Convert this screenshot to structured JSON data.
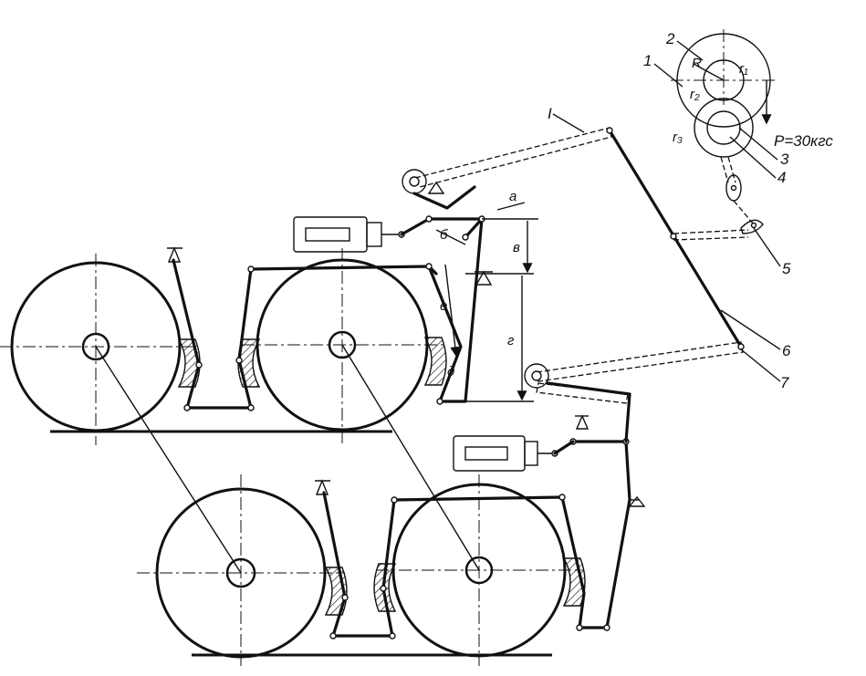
{
  "labels": {
    "kinematic_numbers": {
      "n1": "1",
      "n2": "2",
      "n3": "3",
      "n4": "4",
      "n5": "5",
      "n6": "6",
      "n7": "7"
    },
    "gear_radii": {
      "R": "R",
      "r1": "r₁",
      "r2": "r₂",
      "r3": "r₃"
    },
    "force": "P=30кгс",
    "dimensions": {
      "a": "а",
      "b": "б",
      "v": "в",
      "g": "г",
      "d": "д",
      "e": "е"
    },
    "lever_label": "I"
  },
  "colors": {
    "ink": "#111111",
    "paper": "#ffffff"
  }
}
